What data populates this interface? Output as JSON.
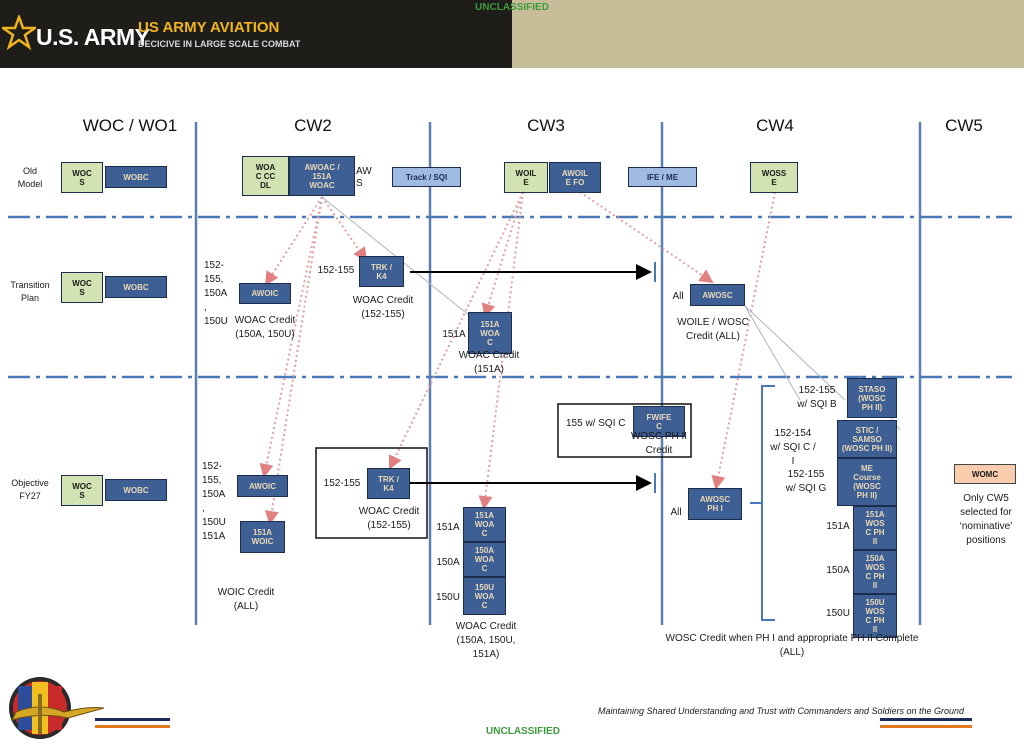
{
  "classification": "UNCLASSIFIED",
  "header": {
    "logo": "U.S. ARMY",
    "title": "US ARMY AVIATION",
    "subtitle": "DECICIVE IN LARGE SCALE COMBAT"
  },
  "columns": [
    "WOC / WO1",
    "CW2",
    "CW3",
    "CW4",
    "CW5"
  ],
  "rows": {
    "old": "Old\nModel",
    "transition": "Transition\nPlan",
    "objective": "Objective\nFY27"
  },
  "boxes": {
    "old_wocs": "WOC\nS",
    "old_wobc": "WOBC",
    "old_woaccc": "WOA\nC CC\nDL",
    "old_awoac": "AWOAC /\n151A\nWOAC",
    "old_aws": "AW\nS",
    "old_track": "Track / SQI",
    "old_woile": "WOIL\nE",
    "old_awoilefo": "AWOIL\nE FO",
    "old_ifeme": "IFE / ME",
    "old_wosse": "WOSS\nE",
    "tr_wocs": "WOC\nS",
    "tr_wobc": "WOBC",
    "tr_awoic": "AWOIC",
    "tr_trk": "TRK /\nK4",
    "tr_151a": "151A\nWOA\nC",
    "tr_awosc": "AWOSC",
    "ob_wocs": "WOC\nS",
    "ob_wobc": "WOBC",
    "ob_awoic": "AWOIC",
    "ob_151awoic": "151A\nWOIC",
    "ob_trk": "TRK /\nK4",
    "ob_151awoac": "151A\nWOA\nC",
    "ob_150awoac": "150A\nWOA\nC",
    "ob_150uwoac": "150U\nWOA\nC",
    "ob_fwifec": "FWIFE\nC",
    "ob_awosc": "AWOSC\nPH I",
    "ob_staso": "STASO\n(WOSC\nPH II)",
    "ob_stic": "STIC /\nSAMSO\n(WOSC PH II)",
    "ob_me": "ME\nCourse\n(WOSC\nPH II)",
    "ob_151awosc": "151A\nWOS\nC PH\nII",
    "ob_150awosc": "150A\nWOS\nC PH\nII",
    "ob_150uwosc": "150U\nWOS\nC PH\nII",
    "ob_womc": "WOMC"
  },
  "labels": {
    "tr_152_155_150a_150u": "152-\n155,\n150A\n,\n150U",
    "tr_woac_credit_a": "WOAC Credit\n(150A, 150U)",
    "tr_152_155": "152-155",
    "tr_woac_credit_b": "WOAC Credit\n(152-155)",
    "tr_151a": "151A",
    "tr_woac_credit_c": "WOAC Credit\n(151A)",
    "tr_all": "All",
    "tr_woile_wosc": "WOILE / WOSC\nCredit (ALL)",
    "ob_152_155_150a_150u_151a": "152-\n155,\n150A\n,\n150U\n151A",
    "ob_woic_credit": "WOIC Credit\n(ALL)",
    "ob_152_155": "152-155",
    "ob_woac_credit_b": "WOAC Credit\n(152-155)",
    "ob_151a": "151A",
    "ob_150a": "150A",
    "ob_150u": "150U",
    "ob_woac_credit_c": "WOAC Credit\n(150A, 150U,\n151A)",
    "ob_155_sqi_c": "155 w/ SQI C",
    "ob_wosc_ph2_credit": "WOSC PH II\nCredit",
    "ob_all": "All",
    "ob_152_155_sqi_b": "152-155\nw/ SQI B",
    "ob_152_154_sqi_cl": "152-154\nw/ SQI C /\nI",
    "ob_152_155_sqi_g": "152-155\nw/ SQI G",
    "ob_151a_r": "151A",
    "ob_150a_r": "150A",
    "ob_150u_r": "150U",
    "ob_wosc_credit": "WOSC Credit when PH I and appropriate PH II Complete\n(ALL)",
    "ob_only_cw5": "Only CW5\nselected for\n‘nominative’\npositions"
  },
  "footer": {
    "tagline": "Maintaining Shared Understanding and Trust with Commanders and Soldiers on the Ground"
  },
  "colors": {
    "box_blue": "#3d5f93",
    "box_green": "#d3e2b2",
    "box_light": "#9fbbe2",
    "box_peach": "#f8ccac",
    "column_line": "#5b7fb5",
    "dashed_line": "#4a78b8",
    "arrow_dotted": "#e0a0a0",
    "classification": "#3c9a3c",
    "header_gold": "#f0b41e"
  }
}
